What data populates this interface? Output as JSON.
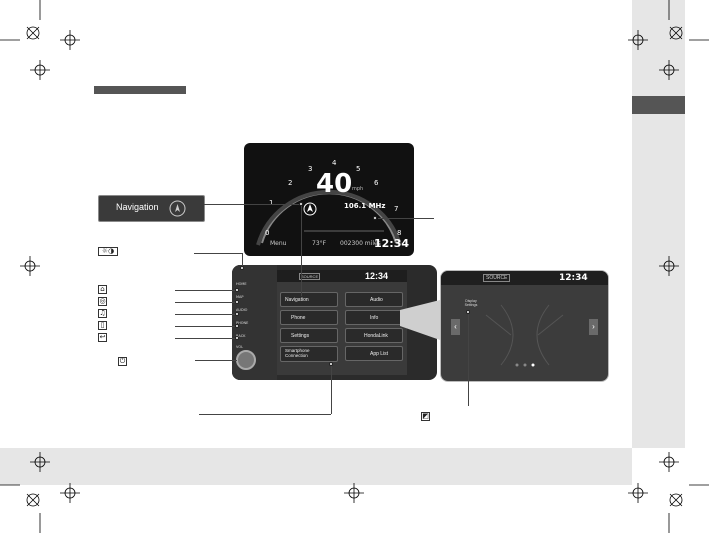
{
  "meter": {
    "speed": "40",
    "speed_unit": "mph",
    "radio": "106.1 MHz",
    "gear_menu": "Menu",
    "temperature": "73°F",
    "odometer": "002300 miles",
    "clock": "12:34",
    "ticks": [
      "0",
      "1",
      "2",
      "3",
      "4",
      "5",
      "6",
      "7",
      "8"
    ]
  },
  "callout": {
    "navigation_label": "Navigation"
  },
  "head_unit": {
    "clock": "12:34",
    "source": "SOURCE",
    "hw_buttons": [
      "HOME",
      "MAP",
      "AUDIO",
      "PHONE",
      "BACK"
    ],
    "vol_label": "VOL",
    "tiles": [
      {
        "label": "Navigation"
      },
      {
        "label": "Audio"
      },
      {
        "label": "Phone"
      },
      {
        "label": "Info"
      },
      {
        "label": "Settings"
      },
      {
        "label": "HondaLink"
      },
      {
        "label": "Smartphone Connection"
      },
      {
        "label": "App List"
      }
    ]
  },
  "zoom_screen": {
    "clock": "12:34",
    "source": "SOURCE",
    "small_label": "Display Settings"
  },
  "colors": {
    "band": "#e6e6e6",
    "tab": "#555555",
    "screen": "#3a3a3a"
  }
}
